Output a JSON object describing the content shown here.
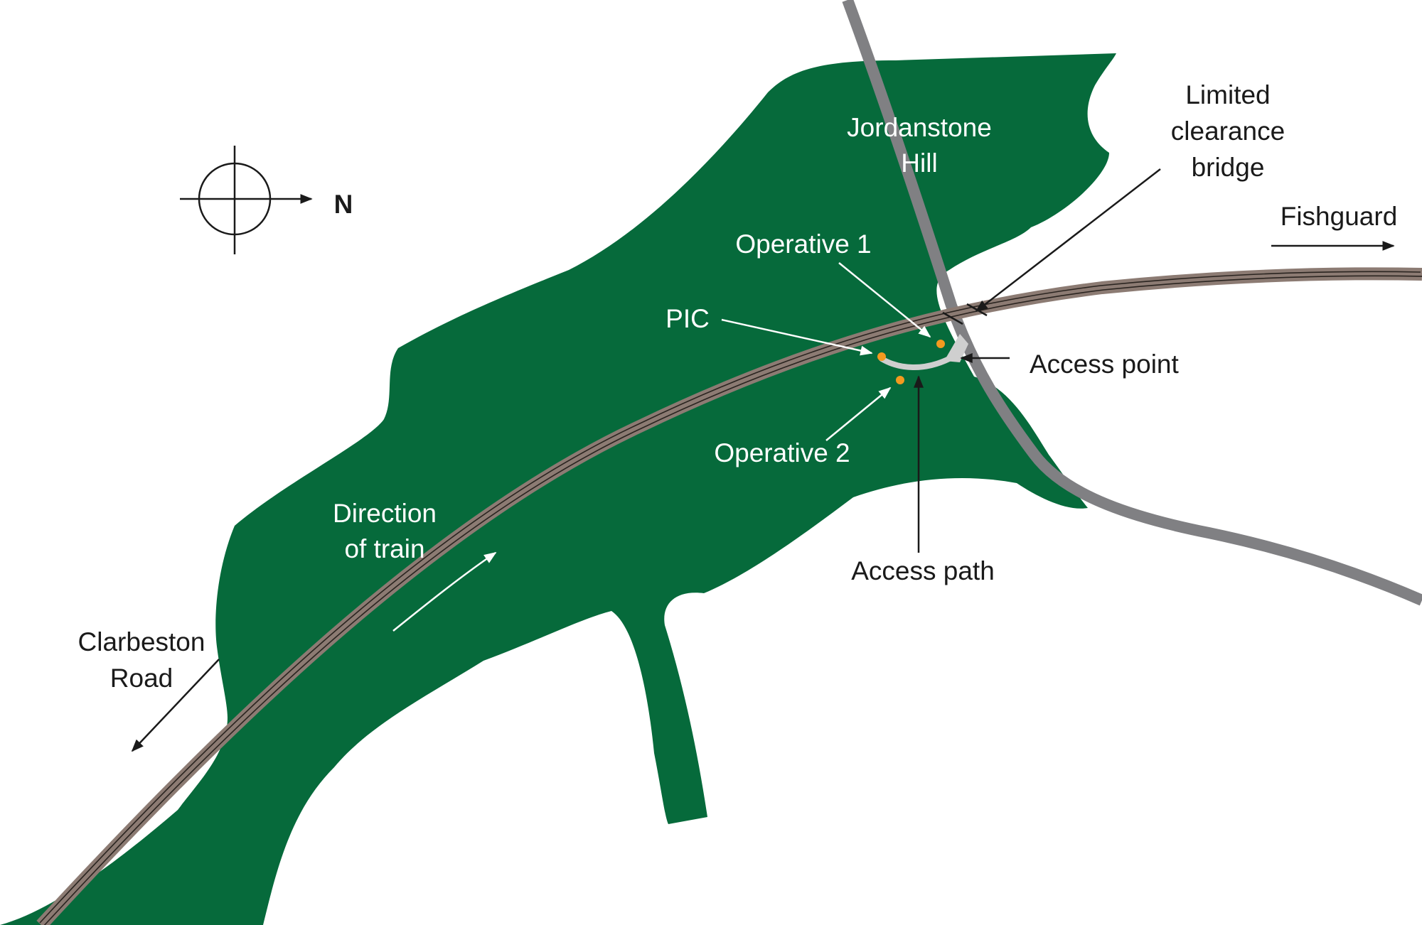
{
  "compass": {
    "north_label": "N",
    "icon": "compass-crosshair-icon"
  },
  "labels": {
    "hill": [
      "Jordanstone",
      "Hill"
    ],
    "bridge": [
      "Limited",
      "clearance",
      "bridge"
    ],
    "fishguard": "Fishguard",
    "operative1": "Operative 1",
    "pic": "PIC",
    "access_point": "Access point",
    "operative2": "Operative 2",
    "direction": [
      "Direction",
      "of train"
    ],
    "access_path": "Access path",
    "clarbeston": [
      "Clarbeston",
      "Road"
    ]
  },
  "colors": {
    "woodland": "#066a3b",
    "road": "#808083",
    "track": "#8c7b73",
    "rail": "#2a2420",
    "access_path": "#cfcfcf",
    "person_marker": "#f39a1f",
    "annotation_black": "#1a1a1a",
    "annotation_white": "#ffffff"
  }
}
